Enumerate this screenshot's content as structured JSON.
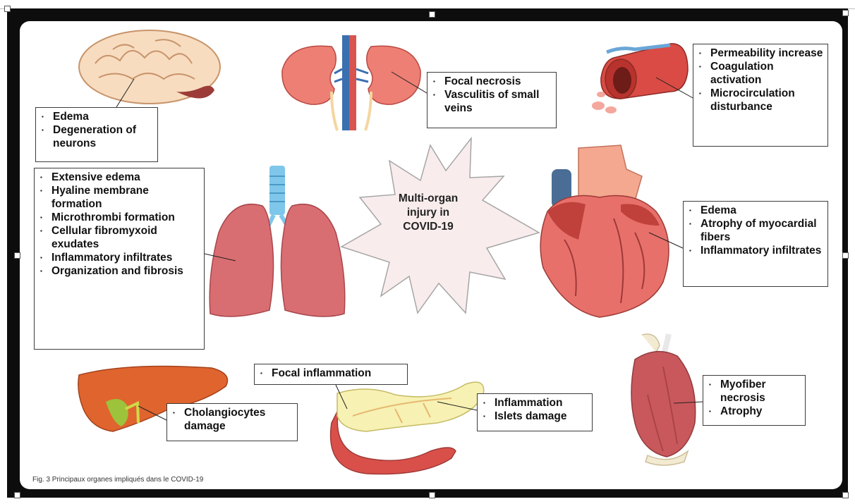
{
  "title": "Multi-organ injury in COVID-19",
  "caption": "Fig. 3 Principaux organes impliqués dans le COVID-19",
  "brain": [
    "Edema",
    "Degeneration of neurons"
  ],
  "kidney": [
    "Focal necrosis",
    "Vasculitis of small veins"
  ],
  "vessel": [
    "Permeability increase",
    "Coagulation activation",
    "Microcirculation disturbance"
  ],
  "lung": [
    "Extensive edema",
    "Hyaline membrane formation",
    "Microthrombi formation",
    "Cellular fibromyxoid exudates",
    "Inflammatory infiltrates",
    "Organization and fibrosis"
  ],
  "heart": [
    "Edema",
    "Atrophy of myocardial fibers",
    "Inflammatory infiltrates"
  ],
  "liver": [
    "Cholangiocytes damage"
  ],
  "pancreas_top": [
    "Focal inflammation"
  ],
  "pancreas": [
    "Inflammation",
    "Islets damage"
  ],
  "muscle": [
    "Myofiber necrosis",
    "Atrophy"
  ]
}
